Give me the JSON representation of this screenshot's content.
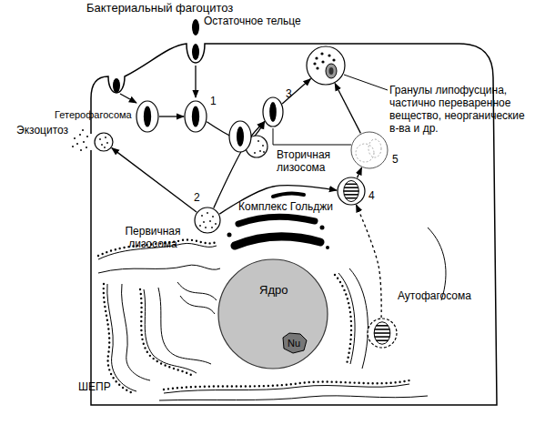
{
  "diagram": {
    "nodes": [
      {
        "text": [
          "1"
        ]
      },
      {
        "text": [
          "2",
          "Первичная лизосома"
        ]
      },
      {
        "text": [
          "3"
        ]
      },
      {
        "text": [
          "4"
        ]
      },
      {
        "text": [
          "5"
        ]
      },
      {
        "text": [
          "Остаточное тельце"
        ]
      },
      {
        "text": [
          "Гетерофагосома"
        ]
      },
      {
        "text": [
          "Аутофагосома"
        ]
      },
      {
        "text": [
          "Экзоцитоз"
        ]
      },
      {
        "text": [
          "Ядро"
        ]
      },
      {
        "text": [
          "Nu"
        ],
        "in": 9
      }
    ],
    "edges": [
      {
        "from": 6,
        "to": 0,
        "arrow": "to"
      },
      {
        "from": 0,
        "to": 2,
        "arrow": "to"
      },
      {
        "from": 1,
        "to": 2,
        "arrow": "to"
      },
      {
        "from": 2,
        "to": 5,
        "arrow": "to"
      },
      {
        "from": 1,
        "to": 8,
        "arrow": "to"
      },
      {
        "from": 1,
        "to": 3,
        "arrow": "to"
      },
      {
        "from": 7,
        "to": 3,
        "arrow": "to"
      },
      {
        "from": 3,
        "to": 4,
        "arrow": "to"
      },
      {
        "from": 4,
        "to": 5,
        "arrow": "to"
      }
    ],
    "labels": [
      "Бактериальный фагоцитоз",
      "Гранулы липофусцина, частично переваренное вещество, неорганические в-ва и др.",
      "Вторичная лизосома",
      "Комплекс Гольджи",
      "ШЕПР"
    ]
  }
}
